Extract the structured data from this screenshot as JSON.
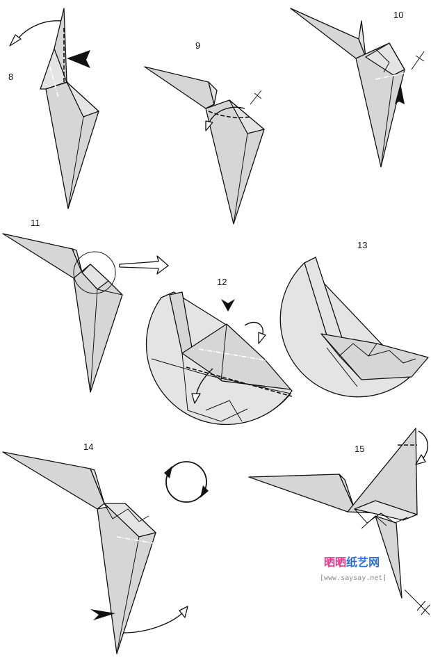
{
  "steps": [
    {
      "number": "8"
    },
    {
      "number": "9"
    },
    {
      "number": "10"
    },
    {
      "number": "11"
    },
    {
      "number": "12"
    },
    {
      "number": "13"
    },
    {
      "number": "14"
    },
    {
      "number": "15"
    }
  ],
  "watermark": {
    "title": "晒晒纸艺网",
    "url": "[www.saysay.net]",
    "colors": [
      "#e8388a",
      "#e8388a",
      "#2b6fd6",
      "#2b6fd6",
      "#2b6fd6"
    ]
  }
}
